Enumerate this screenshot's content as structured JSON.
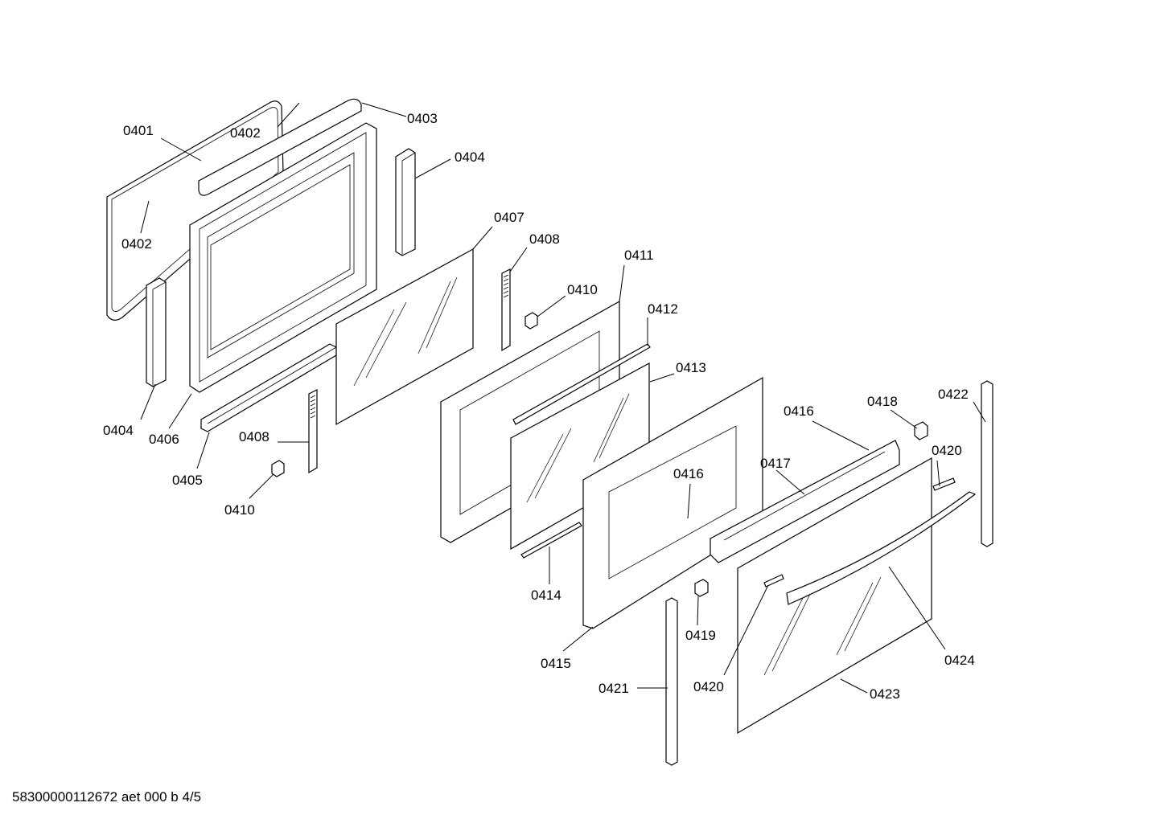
{
  "labels": {
    "l0401": "0401",
    "l0402a": "0402",
    "l0402b": "0402",
    "l0403": "0403",
    "l0404a": "0404",
    "l0404b": "0404",
    "l0405": "0405",
    "l0406": "0406",
    "l0407": "0407",
    "l0408a": "0408",
    "l0408b": "0408",
    "l0410a": "0410",
    "l0410b": "0410",
    "l0411": "0411",
    "l0412": "0412",
    "l0413": "0413",
    "l0414": "0414",
    "l0415": "0415",
    "l0416a": "0416",
    "l0416b": "0416",
    "l0417": "0417",
    "l0418": "0418",
    "l0419": "0419",
    "l0420a": "0420",
    "l0420b": "0420",
    "l0421": "0421",
    "l0422": "0422",
    "l0423": "0423",
    "l0424": "0424"
  },
  "footer": "58300000112672 aet 000 b 4/5"
}
